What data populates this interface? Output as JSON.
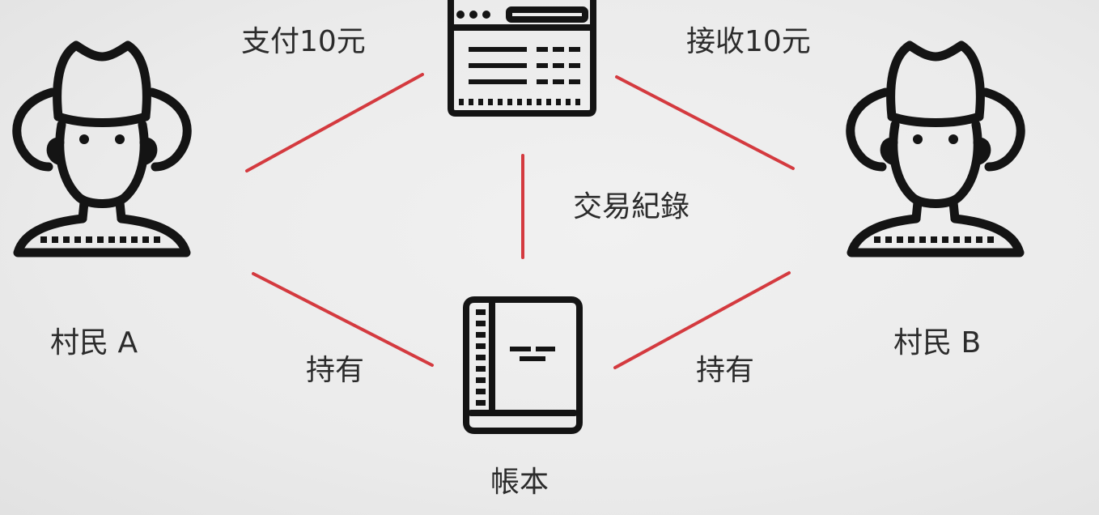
{
  "nodes": {
    "villager_a": {
      "label": "村民 A",
      "icon": "farmer-hat-icon"
    },
    "villager_b": {
      "label": "村民 B",
      "icon": "farmer-hat-icon"
    },
    "transaction": {
      "icon": "browser-window-icon"
    },
    "ledger": {
      "label": "帳本",
      "icon": "book-icon"
    }
  },
  "edges": {
    "a_to_transaction": "支付10元",
    "transaction_to_b": "接收10元",
    "transaction_to_ledger": "交易紀錄",
    "a_to_ledger": "持有",
    "b_to_ledger": "持有"
  },
  "colors": {
    "link": "#d43a3f",
    "icon": "#141414",
    "text": "#2b2b2b"
  }
}
